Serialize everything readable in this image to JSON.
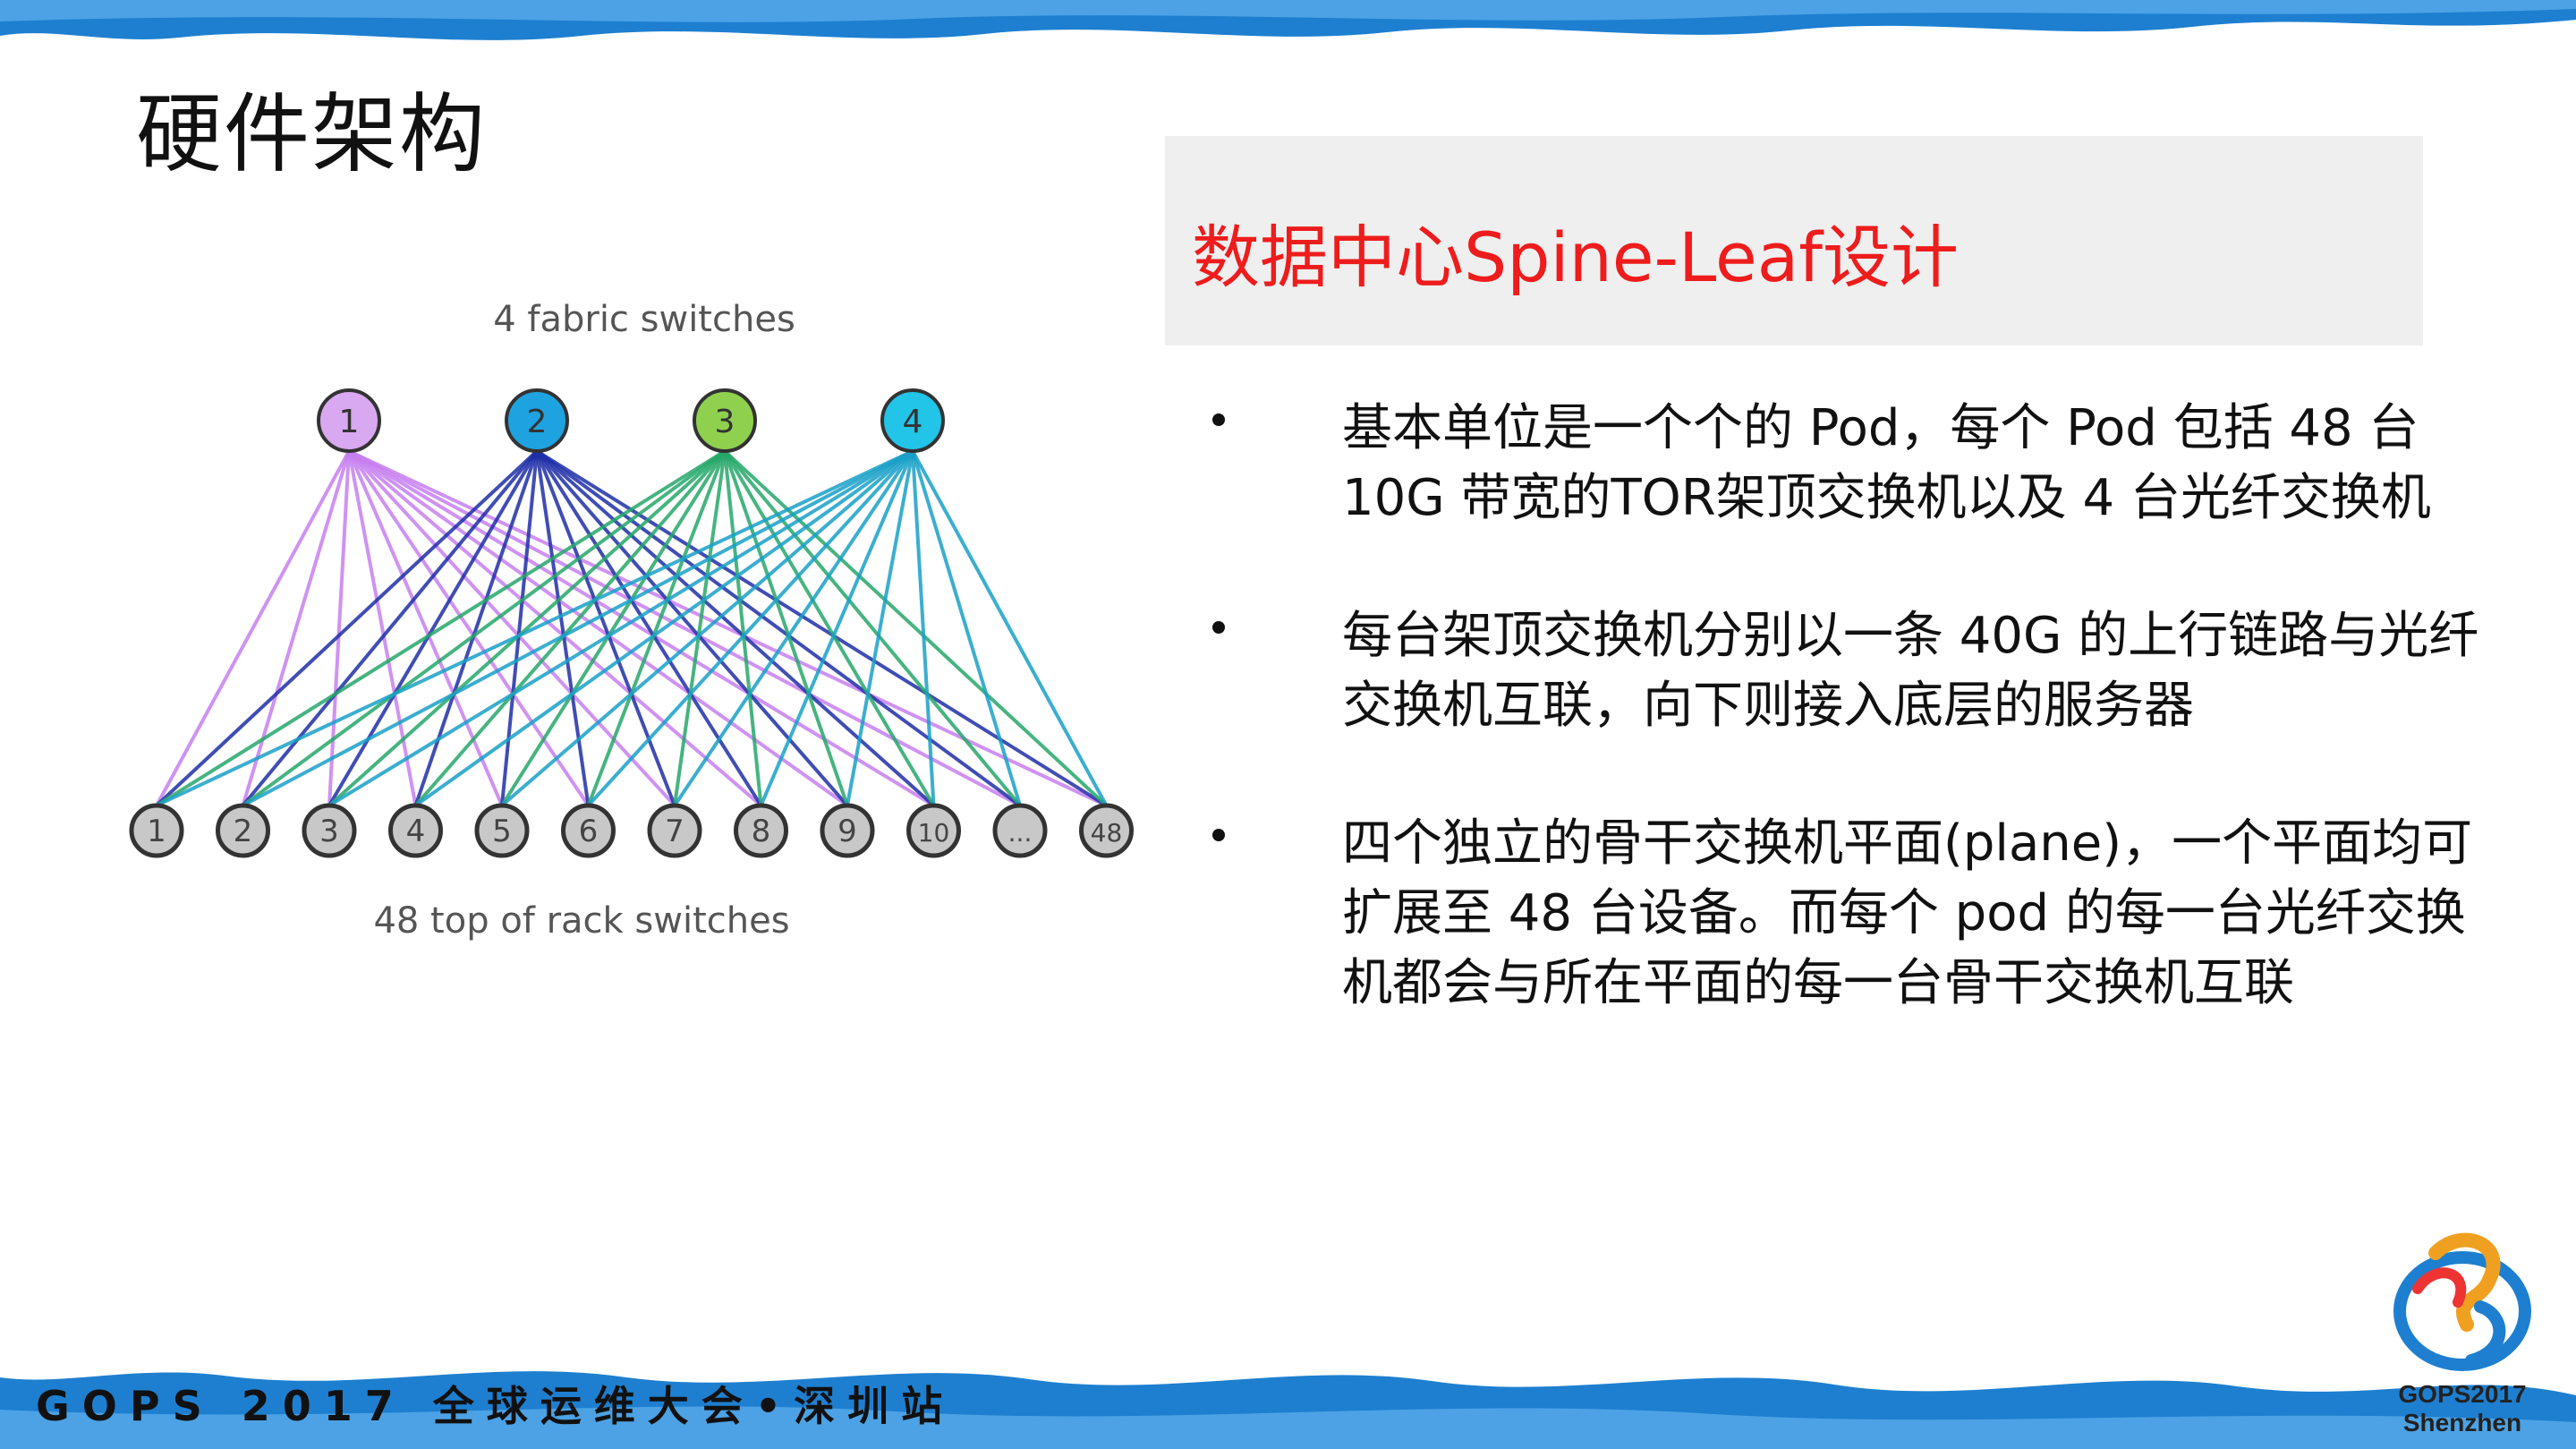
{
  "title": "硬件架构",
  "subtitle": "数据中心Spine-Leaf设计",
  "bullets": [
    "基本单位是一个个的 Pod，每个 Pod 包括 48 台 10G 带宽的TOR架顶交换机以及 4 台光纤交换机",
    "每台架顶交换机分别以一条 40G 的上行链路与光纤交换机互联，向下则接入底层的服务器",
    "四个独立的骨干交换机平面(plane)，一个平面均可扩展至 48 台设备。而每个 pod 的每一台光纤交换机都会与所在平面的每一台骨干交换机互联"
  ],
  "diagram": {
    "top_label": "4 fabric switches",
    "bottom_label": "48 top of rack switches",
    "spines": [
      {
        "label": "1",
        "color": "#d8a8f0",
        "line": "#c77ff0"
      },
      {
        "label": "2",
        "color": "#1ea3e0",
        "line": "#1f2fa8"
      },
      {
        "label": "3",
        "color": "#8fd14f",
        "line": "#26a86a"
      },
      {
        "label": "4",
        "color": "#22c4e8",
        "line": "#1aa0c8"
      }
    ],
    "leaves": [
      "1",
      "2",
      "3",
      "4",
      "5",
      "6",
      "7",
      "8",
      "9",
      "10",
      "...",
      "48"
    ]
  },
  "footer": "GOPS 2017 全球运维大会•深圳站",
  "logo": {
    "line1": "GOPS2017",
    "line2": "Shenzhen"
  },
  "colors": {
    "accent_red": "#ee1c1c",
    "brush_blue": "#1e7fd0",
    "subtitle_bg": "#efefef"
  }
}
